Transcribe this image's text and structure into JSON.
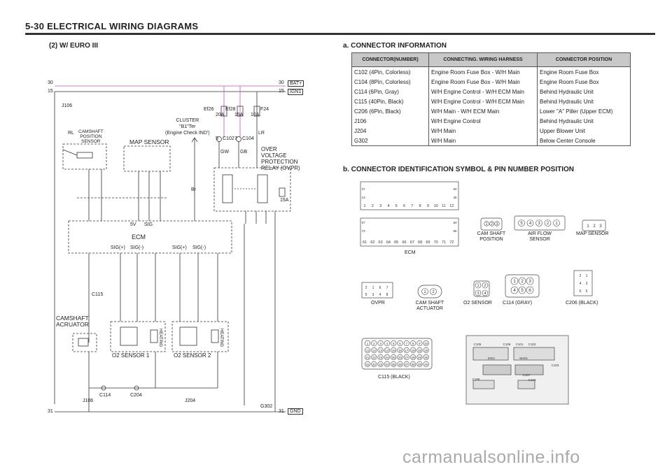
{
  "header": {
    "title": "5-30  ELECTRICAL WIRING DIAGRAMS",
    "subtitle": "(2)  W/ EURO III"
  },
  "connector_info": {
    "title": "a.  CONNECTOR  INFORMATION",
    "columns": [
      "CONNECTOR(NUMBER)",
      "CONNECTING. WIRING HARNESS",
      "CONNECTOR POSITION"
    ],
    "rows": [
      [
        "C102 (4Pin, Colorless)",
        "Engine Room Fuse Box - W/H Main",
        "Engine Room Fuse Box"
      ],
      [
        "C104 (8Pin, Colorless)",
        "Engine Room Fuse Box - W/H Main",
        "Engine Room Fuse Box"
      ],
      [
        "C114 (6Pin, Gray)",
        "W/H Engine Control - W/H ECM Main",
        "Behind Hydraulic Unit"
      ],
      [
        "C115 (40Pin, Black)",
        "W/H Engine Control - W/H ECM Main",
        "Behind Hydraulic Unit"
      ],
      [
        "C206 (6Pin, Black)",
        "W/H Main - W/H ECM Main",
        "Lower \"A\" Piller (Upper ECM)"
      ],
      [
        "J106",
        "W/H Engine Control",
        "Behind Hydraulic Unit"
      ],
      [
        "J204",
        "W/H Main",
        "Upper Blower Unit"
      ],
      [
        "G302",
        "W/H Main",
        "Below Center Console"
      ]
    ]
  },
  "identification": {
    "title": "b.  CONNECTOR  IDENTIFICATION  SYMBOL  &  PIN  NUMBER  POSITION",
    "ecm_label": "ECM",
    "ecm_row1": [
      "1",
      "2",
      "3",
      "4",
      "5",
      "6",
      "7",
      "8",
      "9",
      "10",
      "11",
      "12"
    ],
    "ecm_row2": [
      "61",
      "62",
      "63",
      "64",
      "65",
      "66",
      "67",
      "68",
      "69",
      "70",
      "71",
      "72"
    ],
    "ecm_side1": [
      "37",
      "13",
      "60",
      "36"
    ],
    "ecm_side2": [
      "97",
      "73",
      "96",
      "84"
    ],
    "cam_shaft_position": {
      "label": "CAM SHAFT\nPOSITION",
      "pins": [
        "1",
        "2",
        "3"
      ]
    },
    "air_flow_sensor": {
      "label": "AIR FLOW\nSENSOR",
      "pins": [
        "5",
        "4",
        "3",
        "2",
        "1"
      ]
    },
    "map_sensor": {
      "label": "MAP SENSOR",
      "pins": [
        "1",
        "2",
        "3"
      ]
    },
    "ovpr": {
      "label": "OVPR",
      "pins_top": [
        "2",
        "1",
        "6",
        "7"
      ],
      "pins_bottom": [
        "5",
        "3",
        "4",
        "8"
      ]
    },
    "cam_shaft_actuator": {
      "label": "CAM SHAFT\nACTUATOR",
      "pins": [
        "1",
        "2"
      ]
    },
    "o2_sensor": {
      "label": "O2  SENSOR",
      "pins": [
        "1",
        "2",
        "3",
        "4"
      ]
    },
    "c114": {
      "label": "C114  (GRAY)",
      "pins": [
        "1",
        "2",
        "3",
        "4",
        "5",
        "6"
      ]
    },
    "c206": {
      "label": "C206  (BLACK)",
      "pins": [
        "2",
        "1",
        "4",
        "3",
        "6",
        "5"
      ]
    },
    "c115": {
      "label": "C115  (BLACK)",
      "rows": [
        [
          "1",
          "2",
          "3",
          "4",
          "5",
          "6",
          "7",
          "8",
          "9",
          "10"
        ],
        [
          "11",
          "12",
          "13",
          "14",
          "15",
          "16",
          "17",
          "18",
          "19",
          "20"
        ],
        [
          "21",
          "22",
          "23",
          "24",
          "25",
          "26",
          "27",
          "28",
          "29",
          "30"
        ],
        [
          "31",
          "32",
          "33",
          "34",
          "35",
          "36",
          "37",
          "38",
          "39",
          "40"
        ]
      ]
    },
    "fusebox": {
      "labels": [
        "C105",
        "C106",
        "C101",
        "C102",
        "ENG",
        "MAIN",
        "C103",
        "C107",
        "C108",
        "C104"
      ]
    }
  },
  "schematic": {
    "rails": {
      "bat_no": "30",
      "bat_label": "BAT+",
      "ign_no": "15",
      "ign_label": "IGN1",
      "gnd_no": "31",
      "gnd_label": "GND",
      "g302": "G302"
    },
    "fuses": [
      {
        "name": "Ef26",
        "amps": "20A"
      },
      {
        "name": "Ef28",
        "amps": "15A"
      },
      {
        "name": "F24",
        "amps": "10A"
      }
    ],
    "cluster": "CLUSTER\n\"B1\"Ter\n(Engine Check IND')",
    "c102": "C102",
    "c104": "C104",
    "pin5": "5",
    "pin7": "7",
    "wire_gw": "GW",
    "wire_gb": "GB",
    "wire_lr": "LR",
    "wire_br": "Br",
    "wire_rl": "RL",
    "ovpr_label": "OVER\nVOLTAGE\nPROTECTION\nRELAY (OVPR)",
    "fuse_15a": "15A",
    "j106": "J106",
    "camshaft_sensor": "CAMSHAFT\nPOSITION\nSENSOR",
    "map_sensor": "MAP SENSOR",
    "ecm": "ECM",
    "ecm_5v": "5V",
    "ecm_sig": "SIG",
    "sig_labels": [
      "SIG(+)",
      "SIG(-)",
      "SIG(+)",
      "SIG(-)"
    ],
    "actuator": "CAMSHAFT\nACRUATOR",
    "o2s1": "O2 SENSOR 1",
    "o2s2": "O2 SENSOR 2",
    "heating": "HEATING",
    "c115": "C115",
    "c114": "C114",
    "c204": "C204",
    "j204": "J204"
  }
}
